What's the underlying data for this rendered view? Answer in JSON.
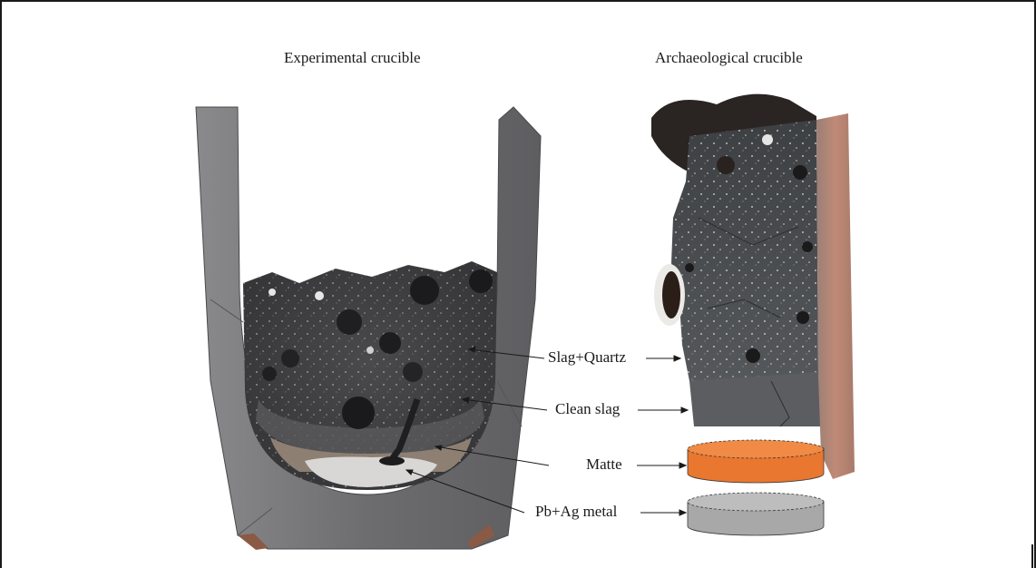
{
  "titles": {
    "left": "Experimental crucible",
    "right": "Archaeological crucible"
  },
  "labels": {
    "slag_quartz": "Slag+Quartz",
    "clean_slag": "Clean slag",
    "matte": "Matte",
    "pb_ag": "Pb+Ag metal"
  },
  "colors": {
    "crucible_wall": "#6b6a6c",
    "slag_dark": "#3b3b3d",
    "matte_disk": "#e7762f",
    "metal_disk": "#a9a9a9",
    "ceramic_red": "#b8806e"
  }
}
